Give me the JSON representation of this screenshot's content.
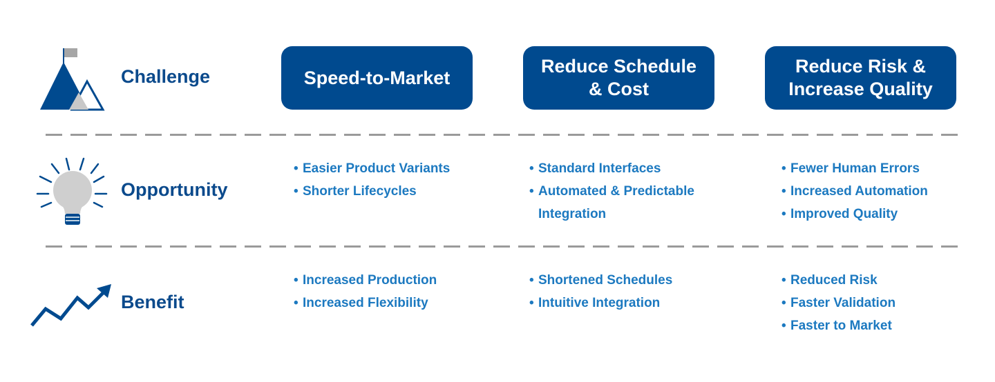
{
  "rows": [
    {
      "label": "Challenge",
      "icon": "mountain-flag-icon"
    },
    {
      "label": "Opportunity",
      "icon": "lightbulb-icon"
    },
    {
      "label": "Benefit",
      "icon": "trend-up-arrow-icon"
    }
  ],
  "challenges": [
    {
      "line1": "Speed-to-Market",
      "line2": ""
    },
    {
      "line1": "Reduce Schedule",
      "line2": "& Cost"
    },
    {
      "line1": "Reduce Risk &",
      "line2": "Increase Quality"
    }
  ],
  "opportunities": [
    [
      "Easier Product Variants",
      "Shorter Lifecycles"
    ],
    [
      "Standard Interfaces",
      "Automated & Predictable",
      "Integration"
    ],
    [
      "Fewer Human Errors",
      "Increased Automation",
      "Improved Quality"
    ]
  ],
  "benefits": [
    [
      "Increased Production",
      "Increased Flexibility"
    ],
    [
      "Shortened Schedules",
      "Intuitive Integration"
    ],
    [
      "Reduced Risk",
      "Faster Validation",
      "Faster to Market"
    ]
  ],
  "colors": {
    "navy": "#004a8f",
    "label_blue": "#0b4a8c",
    "bullet_blue": "#1c79c0",
    "divider_gray": "#9a9a9a"
  }
}
